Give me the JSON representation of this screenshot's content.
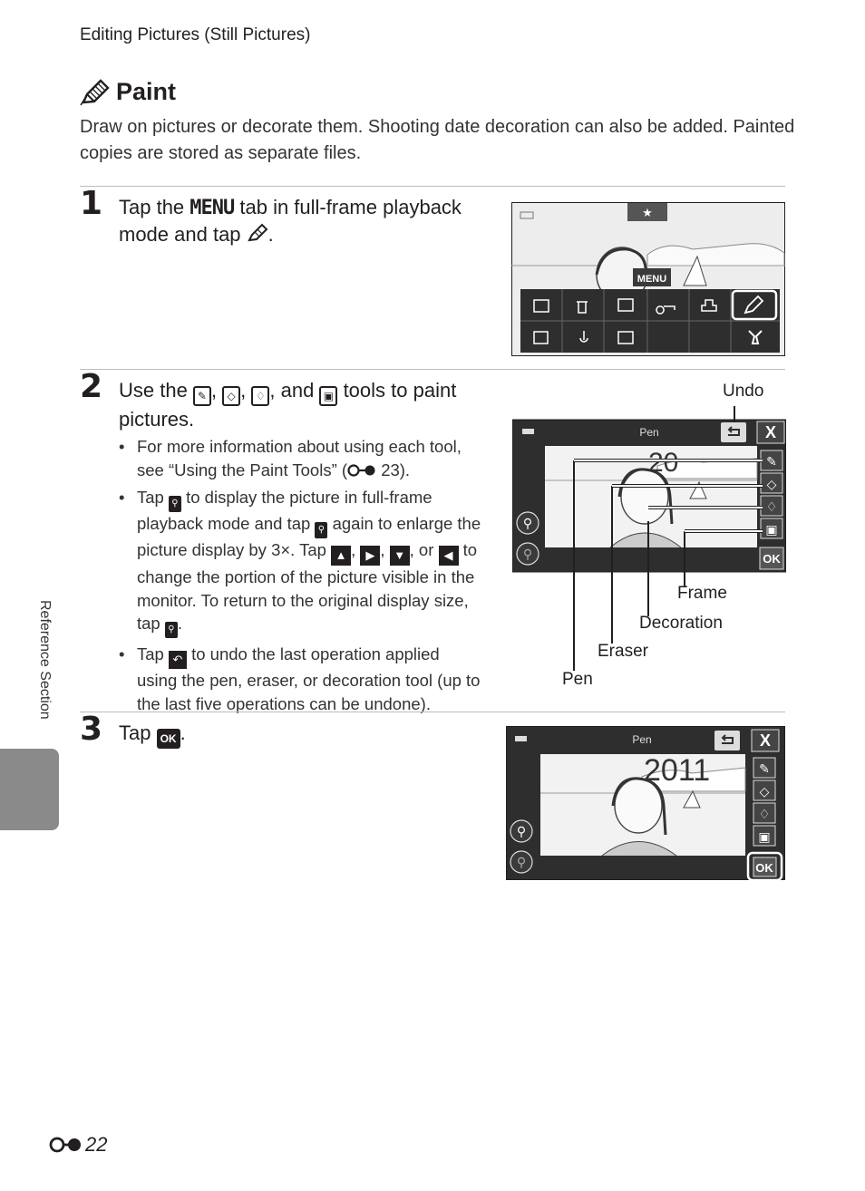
{
  "header": {
    "running_title": "Editing Pictures (Still Pictures)"
  },
  "section": {
    "title": "Paint",
    "intro": "Draw on pictures or decorate them. Shooting date decoration can also be added. Painted copies are stored as separate files."
  },
  "step1": {
    "number": "1",
    "text_a": "Tap the ",
    "menu_glyph": "MENU",
    "text_b": " tab in full-frame playback mode and tap ",
    "text_c": "."
  },
  "step2": {
    "number": "2",
    "text_a": "Use the ",
    "sep1": ", ",
    "sep2": ", ",
    "sep3": ", and ",
    "text_b": " tools to paint pictures.",
    "bullet1": "For more information about using each tool, see “Using the Paint Tools” (",
    "bullet1_ref": "23).",
    "bullet2_a": "Tap ",
    "bullet2_b": " to display the picture in full-frame playback mode and tap ",
    "bullet2_c": " again to enlarge the picture display by 3×. Tap ",
    "bullet2_d": ", ",
    "bullet2_e": ", ",
    "bullet2_f": ", or ",
    "bullet2_g": " to change the portion of the picture visible in the monitor. To return to the original display size, tap ",
    "bullet2_h": ".",
    "bullet3_a": "Tap ",
    "bullet3_b": " to undo the last operation applied using the pen, eraser, or decoration tool (up to the last five operations can be undone)."
  },
  "step3": {
    "number": "3",
    "text_a": "Tap ",
    "ok_glyph": "OK",
    "text_b": "."
  },
  "screen1": {
    "menu_label": "MENU"
  },
  "screen2": {
    "mode_label": "Pen",
    "ok_label": "OK",
    "annotation": "20"
  },
  "screen3": {
    "mode_label": "Pen",
    "ok_label": "OK",
    "date_stamp": "2011"
  },
  "callouts": {
    "undo": "Undo",
    "frame": "Frame",
    "decoration": "Decoration",
    "eraser": "Eraser",
    "pen": "Pen"
  },
  "sidebar": {
    "label": "Reference Section"
  },
  "footer": {
    "page_number": "22"
  },
  "icons": {
    "paint": "pencil-icon",
    "eraser": "eraser-icon",
    "decoration": "stamp-icon",
    "frame": "frame-icon",
    "zoom": "zoom-in-icon",
    "undo": "undo-icon",
    "ok": "ok-icon",
    "arrows": [
      "up-arrow-icon",
      "right-arrow-icon",
      "down-arrow-icon",
      "left-arrow-icon"
    ]
  }
}
